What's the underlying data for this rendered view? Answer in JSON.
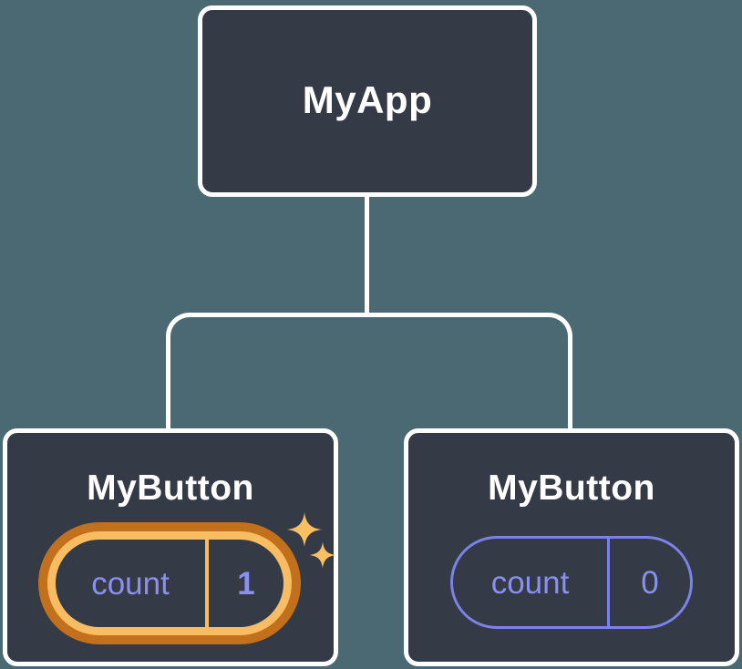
{
  "diagram": {
    "type": "component-tree",
    "colors": {
      "canvas": "#4B6972",
      "node-fill": "#343A46",
      "node-border": "#FFFFFF",
      "connector": "#FFFFFF",
      "title-text": "#FFFFFF",
      "state-text": "#8A8FF0",
      "state-border": "#7B82E8",
      "highlight-outer": "#C2701B",
      "highlight-inner": "#F8BD62",
      "sparkle": "#F9BF63"
    },
    "root": {
      "label": "MyApp"
    },
    "children": [
      {
        "label": "MyButton",
        "state": {
          "key": "count",
          "value": "1"
        },
        "highlighted": true
      },
      {
        "label": "MyButton",
        "state": {
          "key": "count",
          "value": "0"
        },
        "highlighted": false
      }
    ]
  }
}
